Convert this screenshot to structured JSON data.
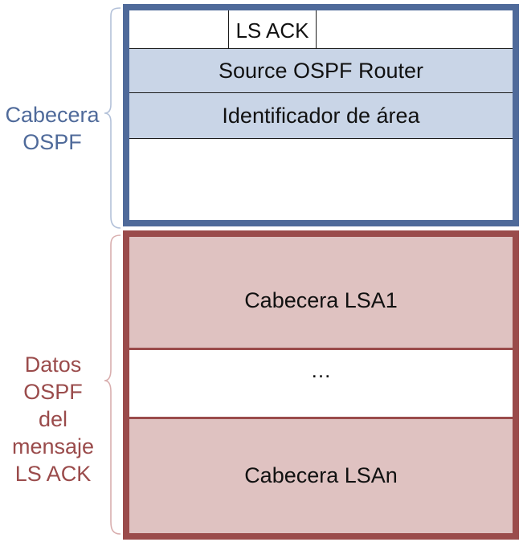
{
  "header_section": {
    "label_lines": [
      "Cabecera",
      "OSPF"
    ],
    "label_color": "#4f6a9a",
    "box_border_color": "#4f6a9a",
    "field_fill_color": "#c9d5e7",
    "type_field": "LS ACK",
    "router_field": "Source OSPF Router",
    "area_field": "Identificador de área"
  },
  "data_section": {
    "label_lines": [
      "Datos",
      "OSPF del",
      "mensaje",
      "LS ACK"
    ],
    "label_color": "#9a4b4b",
    "box_border_color": "#9a4b4b",
    "field_fill_color": "#dfc2c1",
    "first_lsa": "Cabecera LSA1",
    "ellipsis": "…",
    "last_lsa": "Cabecera LSAn"
  }
}
